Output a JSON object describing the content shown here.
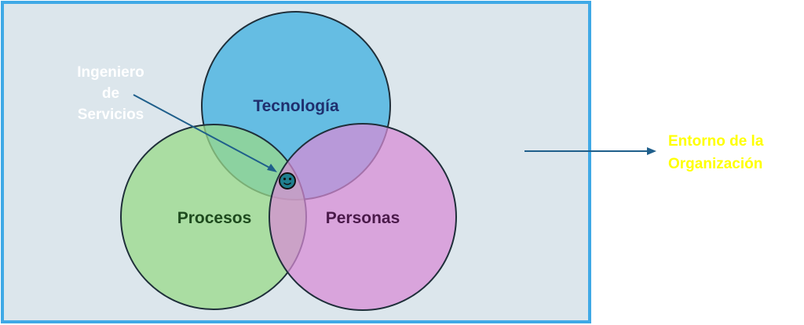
{
  "circles": {
    "tecnologia": {
      "label": "Tecnología",
      "fill": "#4bb3e0",
      "label_color": "#1f2f6e"
    },
    "procesos": {
      "label": "Procesos",
      "fill": "#9ad98a",
      "label_color": "#1e4a1e"
    },
    "personas": {
      "label": "Personas",
      "fill": "#d88bd6",
      "label_color": "#4a1a4a"
    }
  },
  "engineer": {
    "lines": [
      "Ingeniero",
      "de",
      "Servicios"
    ],
    "color": "#ffffff",
    "icon": "smiley-face-icon"
  },
  "environment": {
    "lines": [
      "Entorno de la",
      "Organización"
    ],
    "color": "#ffff00"
  },
  "colors": {
    "frame_border": "#3fa9e6",
    "frame_background": "#dce6ec",
    "arrow": "#1f5f8b",
    "outline": "#1f2f3a"
  }
}
